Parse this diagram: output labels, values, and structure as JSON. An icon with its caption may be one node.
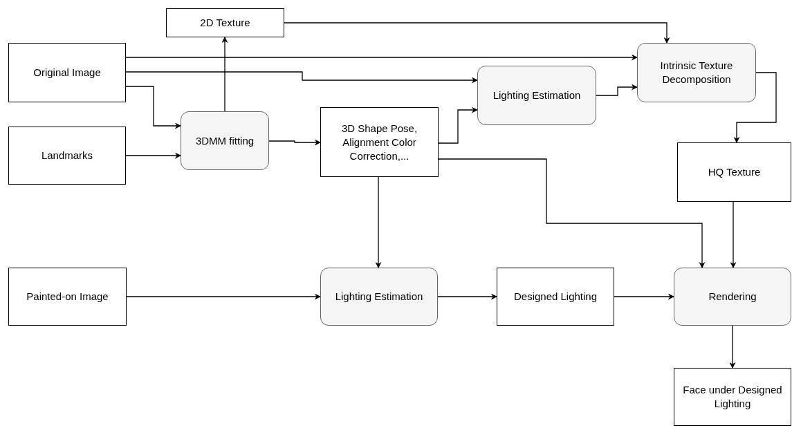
{
  "diagram": {
    "nodes": [
      {
        "text": [
          "2D Texture"
        ]
      },
      {
        "text": [
          "Original Image"
        ]
      },
      {
        "text": [
          "Landmarks"
        ]
      },
      {
        "text": [
          "3DMM fitting"
        ]
      },
      {
        "text": [
          "3D Shape Pose, Alignment Color Correction,..."
        ]
      },
      {
        "text": [
          "Lighting Estimation"
        ]
      },
      {
        "text": [
          "Intrinsic Texture Decomposition"
        ]
      },
      {
        "text": [
          "HQ Texture"
        ]
      },
      {
        "text": [
          "Painted-on Image"
        ]
      },
      {
        "text": [
          "Lighting Estimation"
        ]
      },
      {
        "text": [
          "Designed Lighting"
        ]
      },
      {
        "text": [
          "Rendering"
        ]
      },
      {
        "text": [
          "Face under Designed Lighting"
        ]
      }
    ],
    "edges": [
      {
        "from": 1,
        "to": 3,
        "arrow": "to"
      },
      {
        "from": 2,
        "to": 3,
        "arrow": "to"
      },
      {
        "from": 3,
        "to": 0,
        "arrow": "to"
      },
      {
        "from": 3,
        "to": 4,
        "arrow": "to"
      },
      {
        "from": 1,
        "to": 6,
        "arrow": "to"
      },
      {
        "from": 1,
        "to": 5,
        "arrow": "to"
      },
      {
        "from": 4,
        "to": 5,
        "arrow": "to"
      },
      {
        "from": 0,
        "to": 6,
        "arrow": "to"
      },
      {
        "from": 5,
        "to": 6,
        "arrow": "to"
      },
      {
        "from": 6,
        "to": 7,
        "arrow": "to"
      },
      {
        "from": 4,
        "to": 11,
        "arrow": "to"
      },
      {
        "from": 4,
        "to": 9,
        "arrow": "to"
      },
      {
        "from": 7,
        "to": 11,
        "arrow": "to"
      },
      {
        "from": 8,
        "to": 9,
        "arrow": "to"
      },
      {
        "from": 9,
        "to": 10,
        "arrow": "to"
      },
      {
        "from": 10,
        "to": 11,
        "arrow": "to"
      },
      {
        "from": 11,
        "to": 12,
        "arrow": "to"
      }
    ]
  }
}
